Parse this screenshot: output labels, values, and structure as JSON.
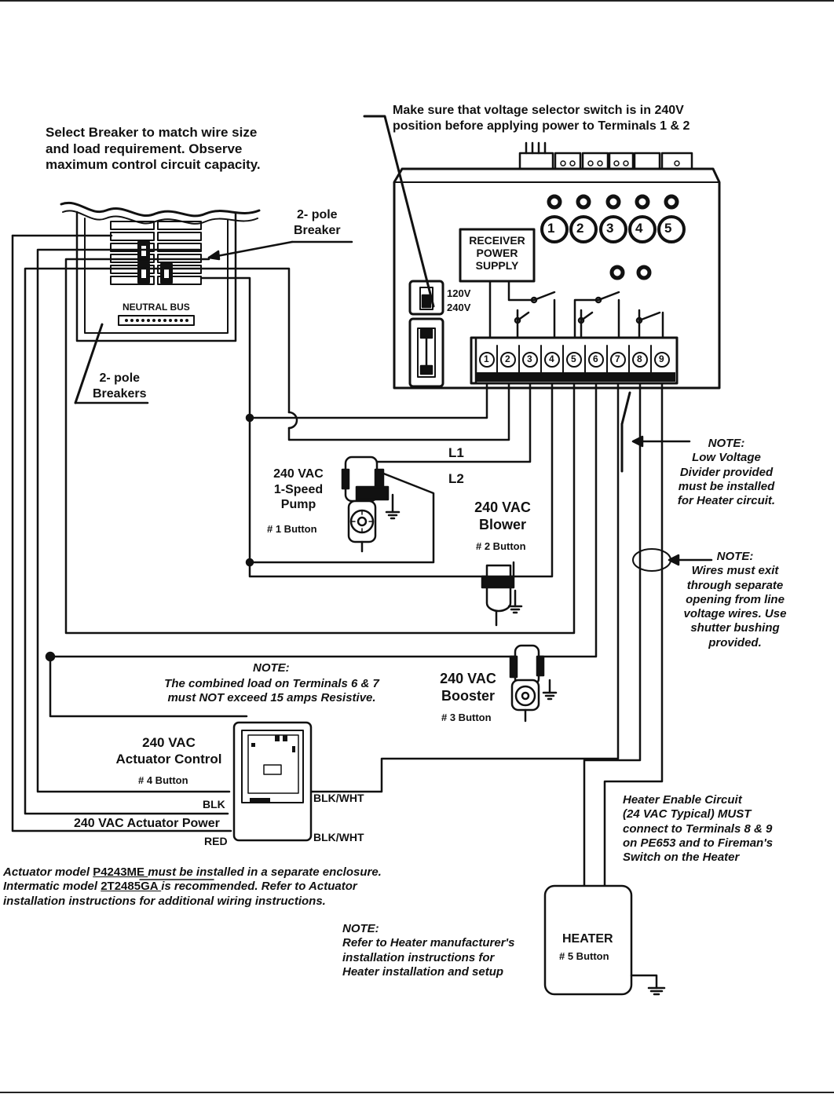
{
  "notes": {
    "voltage_selector": "Make sure that voltage selector switch is in 240V\nposition before applying power to Terminals 1 & 2",
    "select_breaker": "Select Breaker to match wire size\nand load requirement.  Observe\nmaximum control circuit capacity.",
    "two_pole_breaker": "2- pole\nBreaker",
    "two_pole_breakers": "2- pole\nBreakers",
    "neutral_bus": "NEUTRAL BUS",
    "receiver_power_supply": "RECEIVER\nPOWER\nSUPPLY",
    "v120": "120V",
    "v240": "240V",
    "l1": "L1",
    "l2": "L2",
    "low_voltage_divider": "NOTE:\nLow Voltage\nDivider provided\nmust be installed\nfor Heater circuit.",
    "wires_exit": "NOTE:\nWires must exit\nthrough separate\nopening from line\nvoltage wires. Use\nshutter bushing\nprovided.",
    "combined_load_title": "NOTE:",
    "combined_load": "The combined load on Terminals 6 & 7\nmust NOT exceed 15 amps Resistive.",
    "heater_enable": "Heater Enable Circuit\n(24 VAC Typical) MUST\nconnect to Terminals 8 & 9\non PE653 and to Fireman's\nSwitch on the Heater",
    "heater_manual": "NOTE:\nRefer to Heater manufacturer's\ninstallation instructions for\nHeater installation and setup",
    "actuator_prefix": "Actuator model ",
    "actuator_model": "P4243ME ",
    "actuator_suffix": "must be installed in a separate enclosure.",
    "intermatic_prefix": "Intermatic model ",
    "intermatic_model": "2T2485GA ",
    "intermatic_suffix": "is recommended.  Refer to  Actuator",
    "actuator_line3": "installation instructions for additional wiring instructions."
  },
  "terminals": {
    "top": [
      "1",
      "2",
      "3",
      "4",
      "5"
    ],
    "strip": [
      "1",
      "2",
      "3",
      "4",
      "5",
      "6",
      "7",
      "8",
      "9"
    ]
  },
  "devices": {
    "pump": {
      "name": "240 VAC\n1-Speed\nPump",
      "button": "# 1 Button"
    },
    "blower": {
      "name": "240 VAC\nBlower",
      "button": "# 2 Button"
    },
    "booster": {
      "name": "240 VAC\nBooster",
      "button": "# 3 Button"
    },
    "actuator": {
      "name": "240 VAC\nActuator Control",
      "button": "# 4 Button",
      "power": "240 VAC Actuator Power",
      "blk": "BLK",
      "red": "RED",
      "blk_wht_1": "BLK/WHT",
      "blk_wht_2": "BLK/WHT"
    },
    "heater": {
      "name": "HEATER",
      "button": "# 5 Button"
    }
  }
}
